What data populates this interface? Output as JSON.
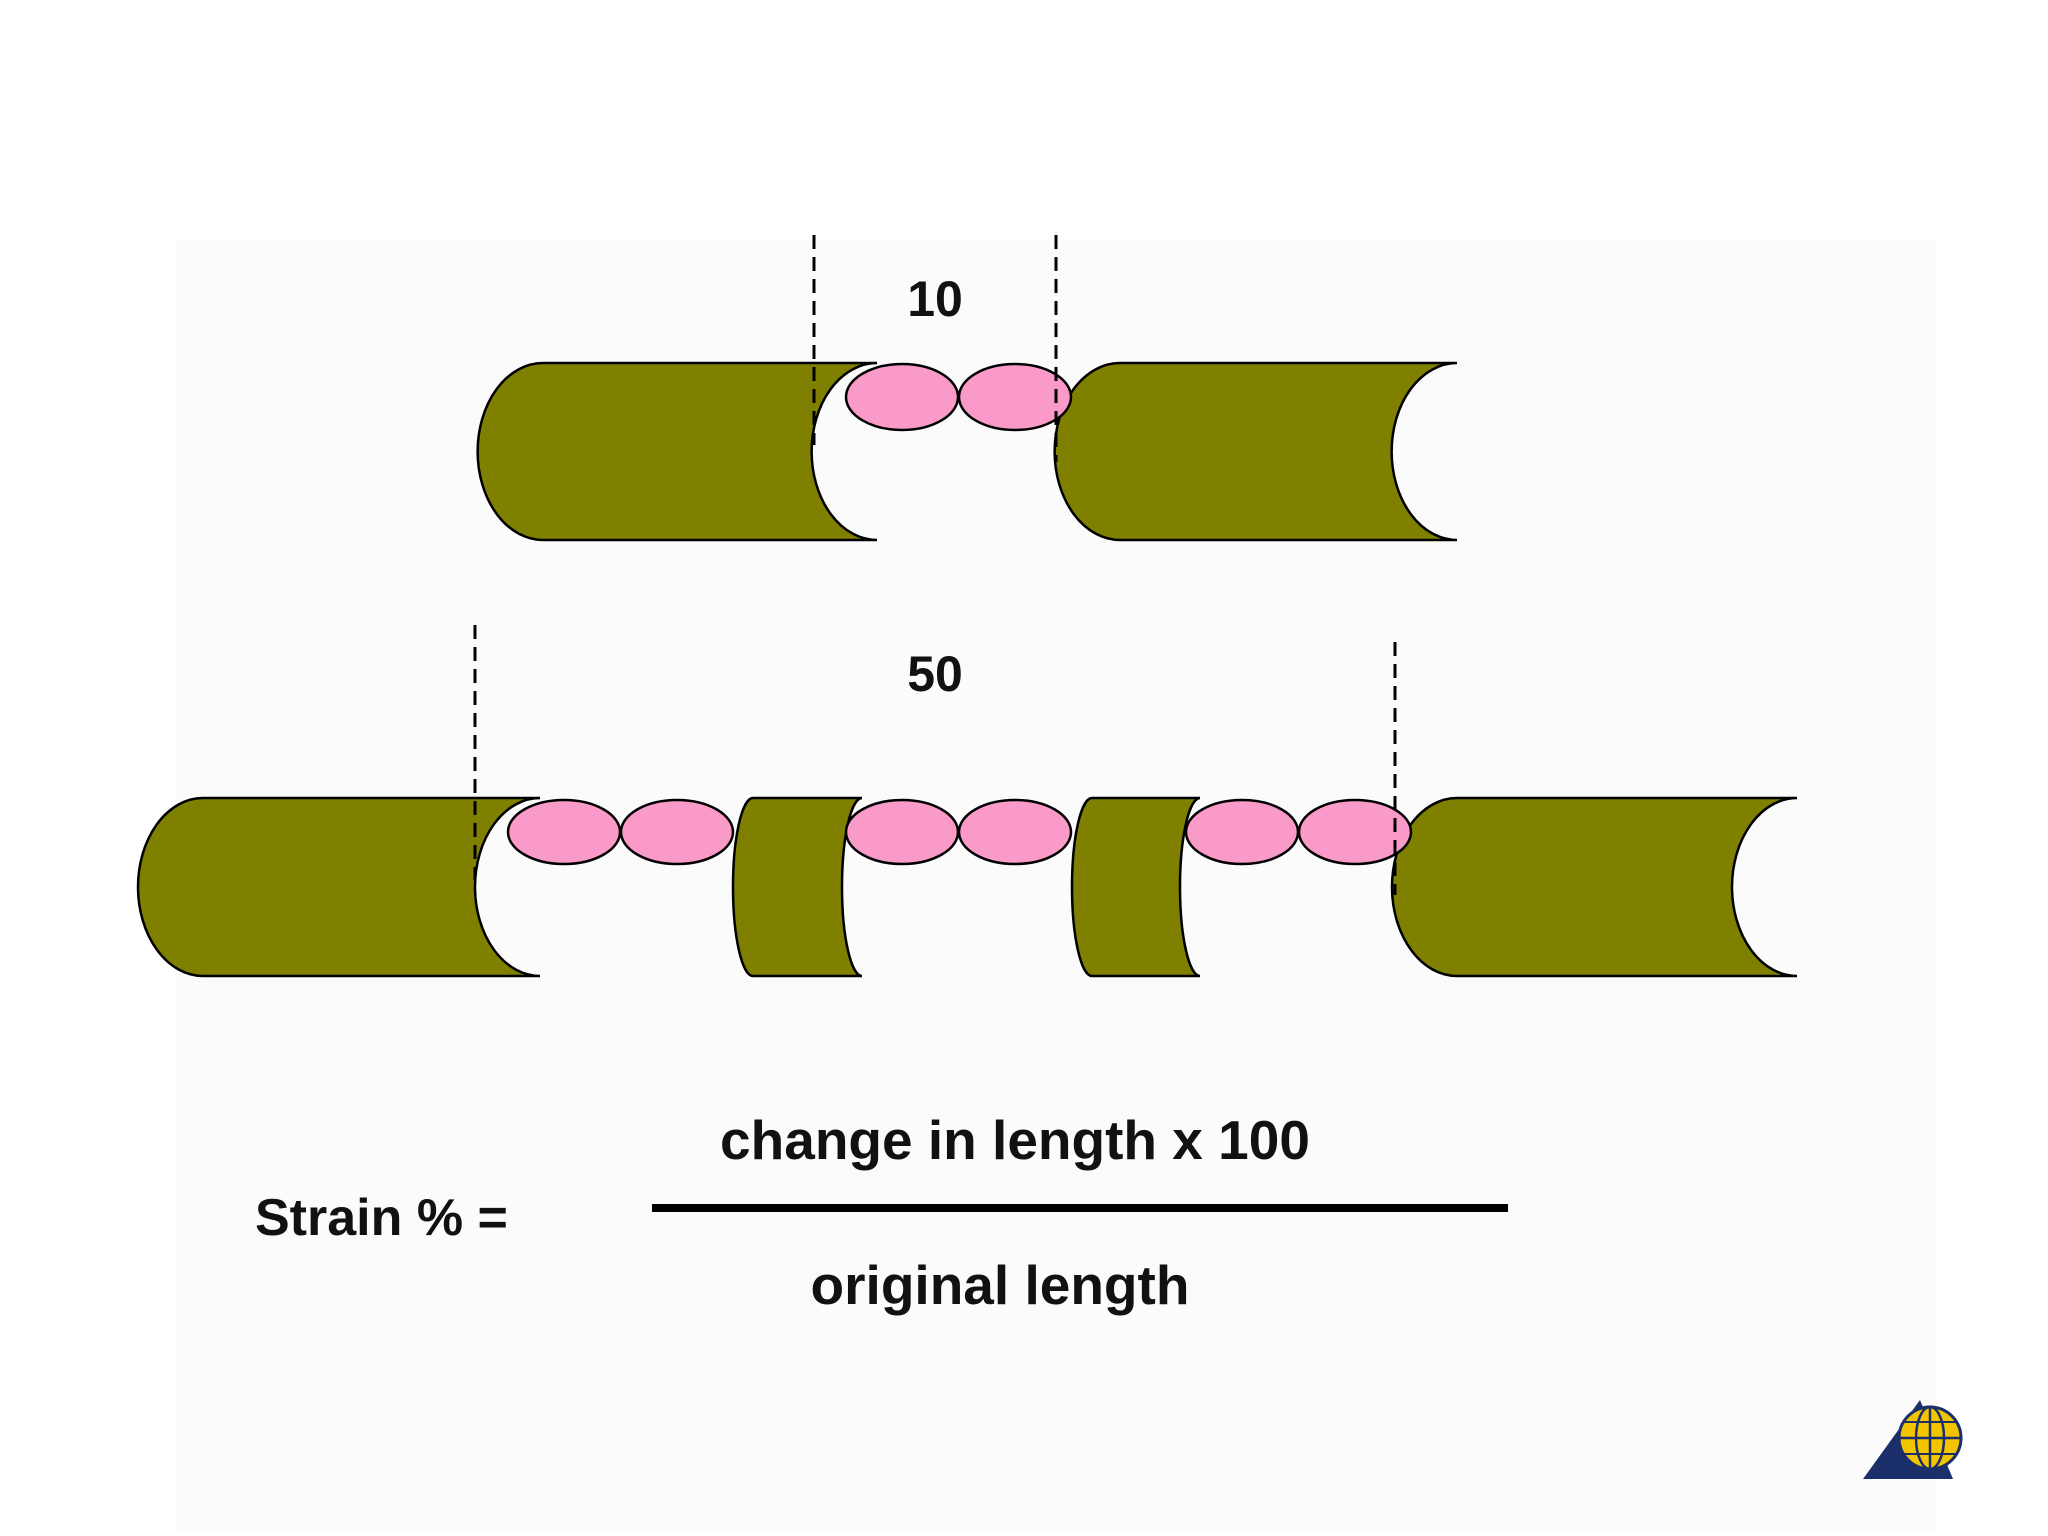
{
  "diagram": {
    "top_row": {
      "length_label": "10"
    },
    "bottom_row": {
      "length_label": "50"
    }
  },
  "formula": {
    "lhs": "Strain % =",
    "numerator": "change in length x 100",
    "denominator": "original length"
  },
  "colors": {
    "segment_fill": "#808000",
    "bead_fill": "#f99ac8",
    "line": "#000000",
    "logo_triangle": "#1b2f6b",
    "logo_globe": "#f3c500"
  }
}
